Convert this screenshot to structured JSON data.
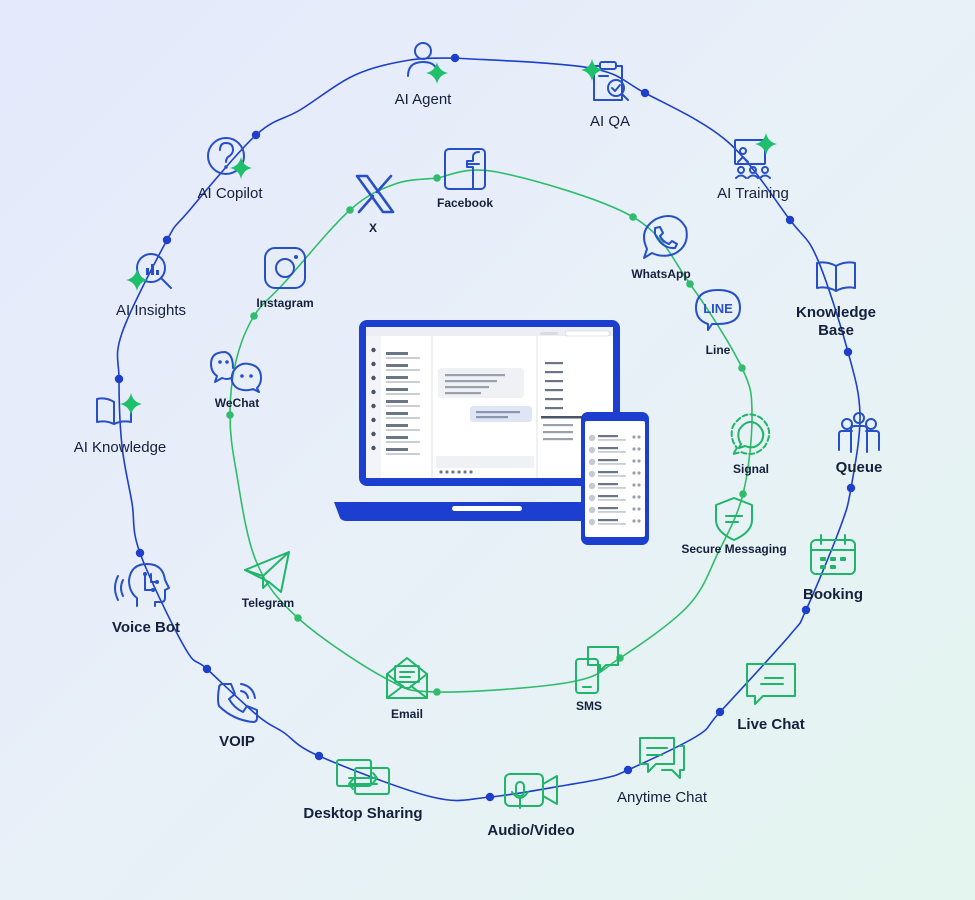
{
  "colors": {
    "outer_ring": "#1d3fc9",
    "inner_ring": "#2fbd6b",
    "blue_icon": "#2750c8",
    "green_icon": "#1fb56b",
    "sparkle": "#1fc06b",
    "laptop": "#1c3fd0"
  },
  "outer_ring": {
    "items": [
      {
        "id": "ai-agent",
        "label": "AI Agent",
        "icon": "person-sparkle-icon"
      },
      {
        "id": "ai-qa",
        "label": "AI QA",
        "icon": "clipboard-check-icon"
      },
      {
        "id": "ai-training",
        "label": "AI Training",
        "icon": "presentation-board-icon"
      },
      {
        "id": "knowledge-base",
        "label": "Knowledge Base",
        "icon": "open-book-icon"
      },
      {
        "id": "queue",
        "label": "Queue",
        "icon": "people-group-icon"
      },
      {
        "id": "booking",
        "label": "Booking",
        "icon": "calendar-icon"
      },
      {
        "id": "live-chat",
        "label": "Live Chat",
        "icon": "chat-window-icon"
      },
      {
        "id": "anytime-chat",
        "label": "Anytime Chat",
        "icon": "chat-bubbles-icon"
      },
      {
        "id": "audio-video",
        "label": "Audio/Video",
        "icon": "video-mic-icon"
      },
      {
        "id": "desktop-sharing",
        "label": "Desktop Sharing",
        "icon": "screen-share-icon"
      },
      {
        "id": "voip",
        "label": "VOIP",
        "icon": "phone-call-icon"
      },
      {
        "id": "voice-bot",
        "label": "Voice Bot",
        "icon": "voice-head-icon"
      },
      {
        "id": "ai-knowledge",
        "label": "AI Knowledge",
        "icon": "book-sparkle-icon"
      },
      {
        "id": "ai-insights",
        "label": "AI Insights",
        "icon": "magnifier-chart-icon"
      },
      {
        "id": "ai-copilot",
        "label": "AI Copilot",
        "icon": "question-sparkle-icon"
      }
    ]
  },
  "inner_ring": {
    "items": [
      {
        "id": "facebook",
        "label": "Facebook",
        "icon": "facebook-icon"
      },
      {
        "id": "whatsapp",
        "label": "WhatsApp",
        "icon": "whatsapp-icon"
      },
      {
        "id": "line",
        "label": "Line",
        "icon": "line-icon",
        "badge": "LINE"
      },
      {
        "id": "signal",
        "label": "Signal",
        "icon": "signal-icon"
      },
      {
        "id": "secure-messaging",
        "label": "Secure Messaging",
        "icon": "shield-message-icon"
      },
      {
        "id": "sms",
        "label": "SMS",
        "icon": "phone-sms-icon"
      },
      {
        "id": "email",
        "label": "Email",
        "icon": "envelope-icon"
      },
      {
        "id": "telegram",
        "label": "Telegram",
        "icon": "telegram-icon"
      },
      {
        "id": "wechat",
        "label": "WeChat",
        "icon": "wechat-icon"
      },
      {
        "id": "instagram",
        "label": "Instagram",
        "icon": "instagram-icon"
      },
      {
        "id": "x",
        "label": "X",
        "icon": "x-logo-icon"
      }
    ]
  },
  "center": {
    "device_icons": [
      "laptop-icon",
      "smartphone-icon"
    ]
  }
}
